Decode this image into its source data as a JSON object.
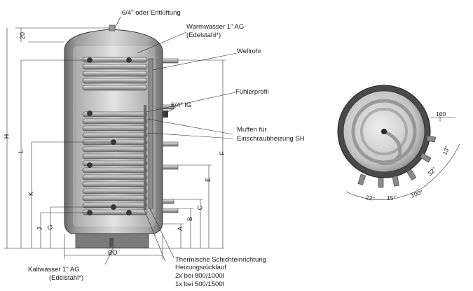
{
  "labels": {
    "vent": "6/4\" oder Entlüftung",
    "hot_water": "Warmwasser 1\" AG",
    "hot_water_note": "(Edelstahl*)",
    "corrugated_pipe": "Wellrohr",
    "sensor_profile": "Fühlerprofil",
    "ig_connection": "6/4\" IG",
    "sleeves": "Muffen für",
    "sleeves_line2": "Einschraubheizung SH",
    "stratification": "Thermische Schichteinrichtung",
    "heating_return": "Heizungsrücklauf",
    "return_qty_1": "2x bei 800/1000l",
    "return_qty_2": "1x bei 500/1500l",
    "cold_water": "Kaltwasser 1\" AG",
    "cold_water_note": "(Edelstahl*)"
  },
  "dimensions": {
    "top_offset": "20",
    "height": "H",
    "l": "L",
    "k": "K",
    "j": "J",
    "g": "G",
    "f": "F",
    "e": "E",
    "c": "C",
    "b": "B",
    "a": "A",
    "diameter": "ØD"
  },
  "plan_view": {
    "offset": "100",
    "angle_13": "13°",
    "angle_32": "32°",
    "angle_100": "100°",
    "angle_15": "15°",
    "angle_22": "22°"
  }
}
